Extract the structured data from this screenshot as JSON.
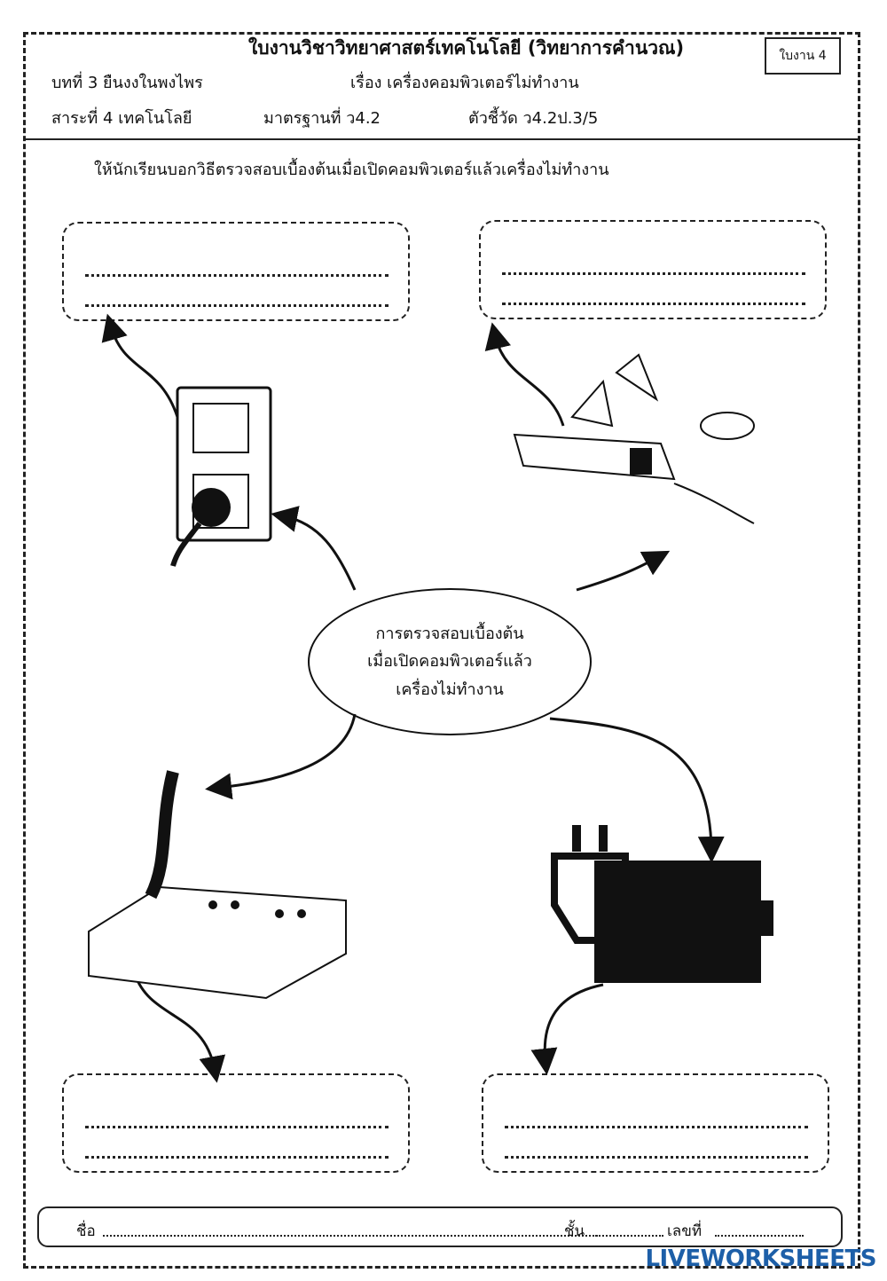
{
  "header": {
    "title": "ใบงานวิชาวิทยาศาสตร์เทคโนโลยี (วิทยาการคำนวณ)",
    "sheet_label": "ใบงาน 4",
    "lesson": "บทที่ 3 ยืนงงในพงไพร",
    "topic": "เรื่อง เครื่องคอมพิวเตอร์ไม่ทำงาน",
    "strand": "สาระที่ 4 เทคโนโลยี",
    "standard": "มาตรฐานที่ ว4.2",
    "indicator": "ตัวชี้วัด ว4.2ป.3/5"
  },
  "instruction": "ให้นักเรียนบอกวิธีตรวจสอบเบื้องต้นเมื่อเปิดคอมพิวเตอร์แล้วเครื่องไม่ทำงาน",
  "center": {
    "line1": "การตรวจสอบเบื้องต้น",
    "line2": "เมื่อเปิดคอมพิวเตอร์แล้ว",
    "line3": "เครื่องไม่ทำงาน"
  },
  "footer": {
    "name_label": "ชื่อ",
    "class_label": "ชั้น",
    "number_label": "เลขที่"
  },
  "brand": "LIVEWORKSHEETS"
}
